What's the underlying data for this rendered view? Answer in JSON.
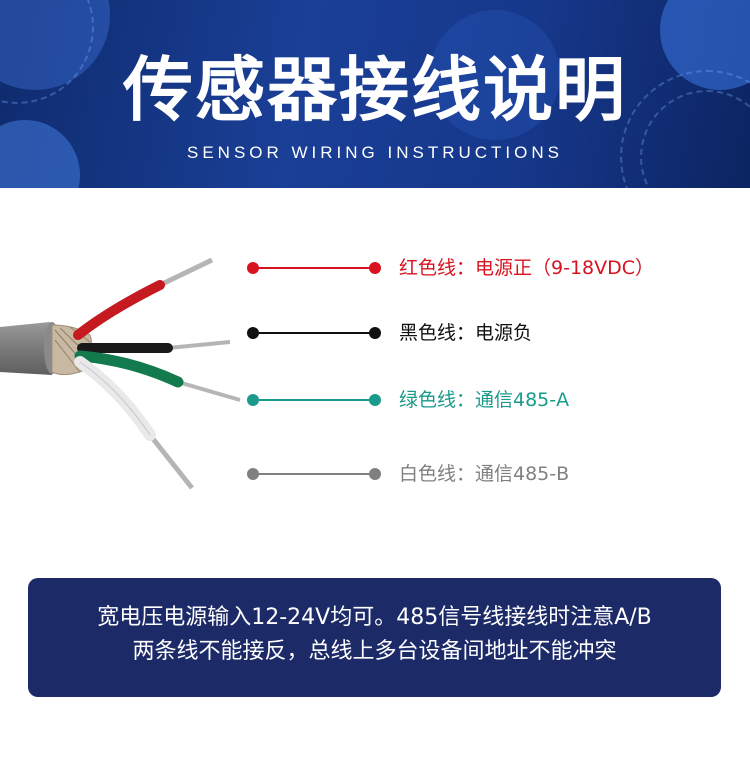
{
  "header": {
    "title": "传感器接线说明",
    "subtitle": "SENSOR WIRING INSTRUCTIONS"
  },
  "wires": [
    {
      "label": "红色线：电源正（9-18VDC）",
      "color": "#d9121f"
    },
    {
      "label": "黑色线：电源负",
      "color": "#111111"
    },
    {
      "label": "绿色线：通信485-A",
      "color": "#1a9a8a"
    },
    {
      "label": "白色线：通信485-B",
      "color": "#808080"
    }
  ],
  "note": {
    "line1": "宽电压电源输入12-24V均可。485信号线接线时注意A/B",
    "line2": "两条线不能接反，总线上多台设备间地址不能冲突"
  },
  "colors": {
    "banner_dark": "#0f2b6e",
    "banner_mid": "#1a3f96",
    "note_bg": "#1c2a68"
  }
}
